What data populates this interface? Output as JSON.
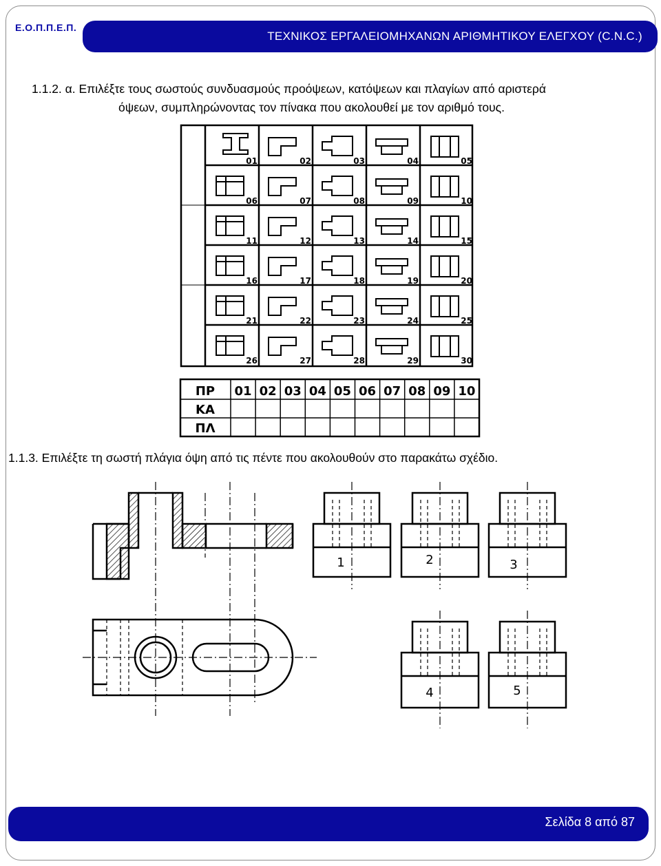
{
  "header": {
    "org": "Ε.Ο.Π.Π.Ε.Π.",
    "title": "ΤΕΧΝΙΚΟΣ ΕΡΓΑΛΕΙΟΜΗΧΑΝΩΝ ΑΡΙΘΜΗΤΙΚΟΥ ΕΛΕΓΧΟΥ (C.N.C.)"
  },
  "question1": {
    "line1": "1.1.2. α. Επιλέξτε τους σωστούς συνδυασμούς προόψεων, κατόψεων και πλαγίων από αριστερά",
    "line2": "όψεων, συμπληρώνοντας τον πίνακα που ακολουθεί με τον αριθμό τους.",
    "grid_labels": [
      "01",
      "02",
      "03",
      "04",
      "05",
      "06",
      "07",
      "08",
      "09",
      "10",
      "11",
      "12",
      "13",
      "14",
      "15",
      "16",
      "17",
      "18",
      "19",
      "20",
      "21",
      "22",
      "23",
      "24",
      "25",
      "26",
      "27",
      "28",
      "29",
      "30"
    ],
    "answer_table": {
      "rows": [
        "ΠΡ",
        "ΚΑ",
        "ΠΛ"
      ],
      "columns": [
        "01",
        "02",
        "03",
        "04",
        "05",
        "06",
        "07",
        "08",
        "09",
        "10"
      ]
    }
  },
  "question2": {
    "text": "1.1.3. Επιλέξτε τη σωστή πλάγια όψη από τις πέντε που ακολουθούν στο παρακάτω σχέδιο.",
    "options": [
      "1",
      "2",
      "3",
      "4",
      "5"
    ]
  },
  "footer": {
    "page": "Σελίδα 8 από 87"
  }
}
